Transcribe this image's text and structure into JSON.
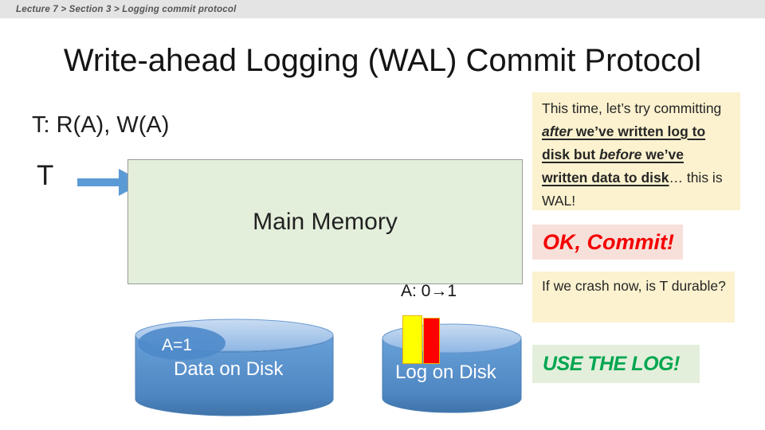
{
  "breadcrumb": {
    "text": "Lecture 7 > Section 3 > Logging commit protocol"
  },
  "title": "Write-ahead Logging (WAL) Commit Protocol",
  "transaction": {
    "name": "T",
    "ops": "T: R(A), W(A)"
  },
  "main_memory": {
    "label": "Main Memory",
    "value_change": "A: 0→1"
  },
  "disks": {
    "data_disk": {
      "badge": "A=1",
      "label": "Data on Disk"
    },
    "log_disk": {
      "label": "Log on Disk"
    }
  },
  "notes": {
    "wal_note": {
      "prefix": "This time, let’s try committing ",
      "em1": "after",
      "mid1": " we’ve written log to disk but ",
      "em2": "before",
      "mid2": " we’ve written data to disk",
      "suffix": "… this is WAL!"
    },
    "commit": "OK, Commit!",
    "crash_question": "If we crash now, is T durable?",
    "use_log": "USE THE LOG!"
  },
  "colors": {
    "topbar_bg": "#e5e4e4",
    "note_bg": "#fcf2cf",
    "commit_bg": "#f6e0d9",
    "commit_text": "#f40000",
    "use_log_bg": "#e3efdb",
    "use_log_text": "#00a651",
    "memory_bg": "#e3efdb",
    "disk_blue": "#5b9bd5",
    "log_record_yellow": "#ffff00",
    "log_record_red": "#fe0000",
    "arrow_blue": "#5b9bd5"
  }
}
